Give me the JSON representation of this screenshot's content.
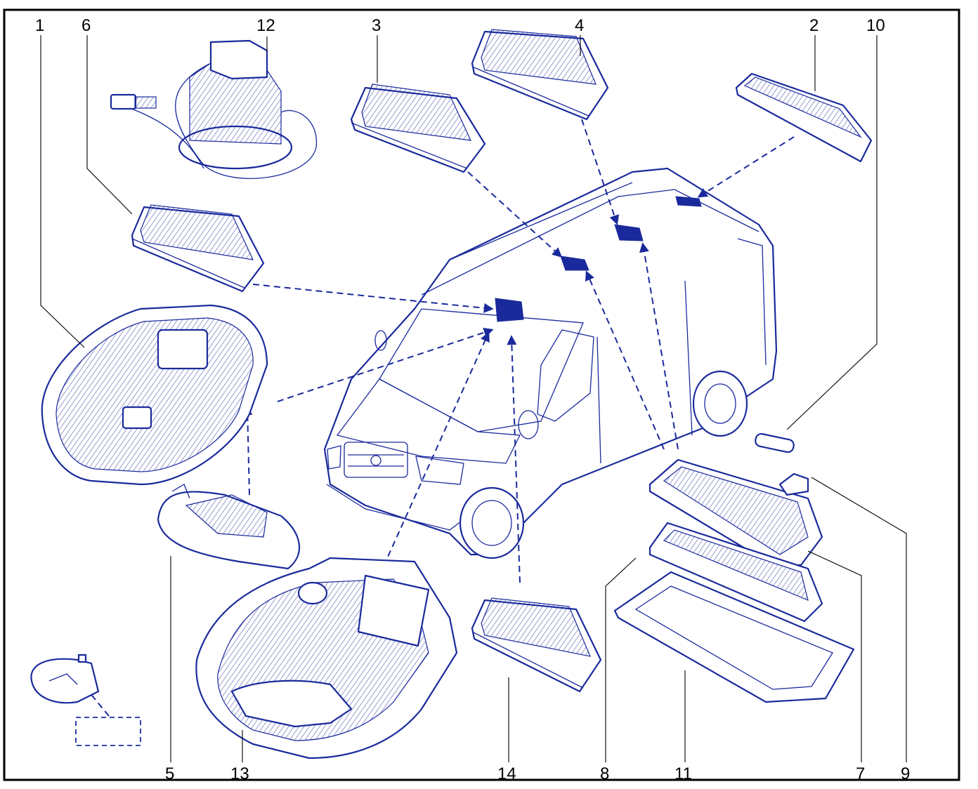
{
  "colors": {
    "line": "#1a2a9c",
    "fill_dark": "#1a2a9c",
    "text": "#000000",
    "border": "#000000"
  },
  "callouts": {
    "c1": "1",
    "c2": "2",
    "c3": "3",
    "c4": "4",
    "c5": "5",
    "c6": "6",
    "c7": "7",
    "c8": "8",
    "c9": "9",
    "c10": "10",
    "c11": "11",
    "c12": "12",
    "c13": "13",
    "c14": "14"
  }
}
